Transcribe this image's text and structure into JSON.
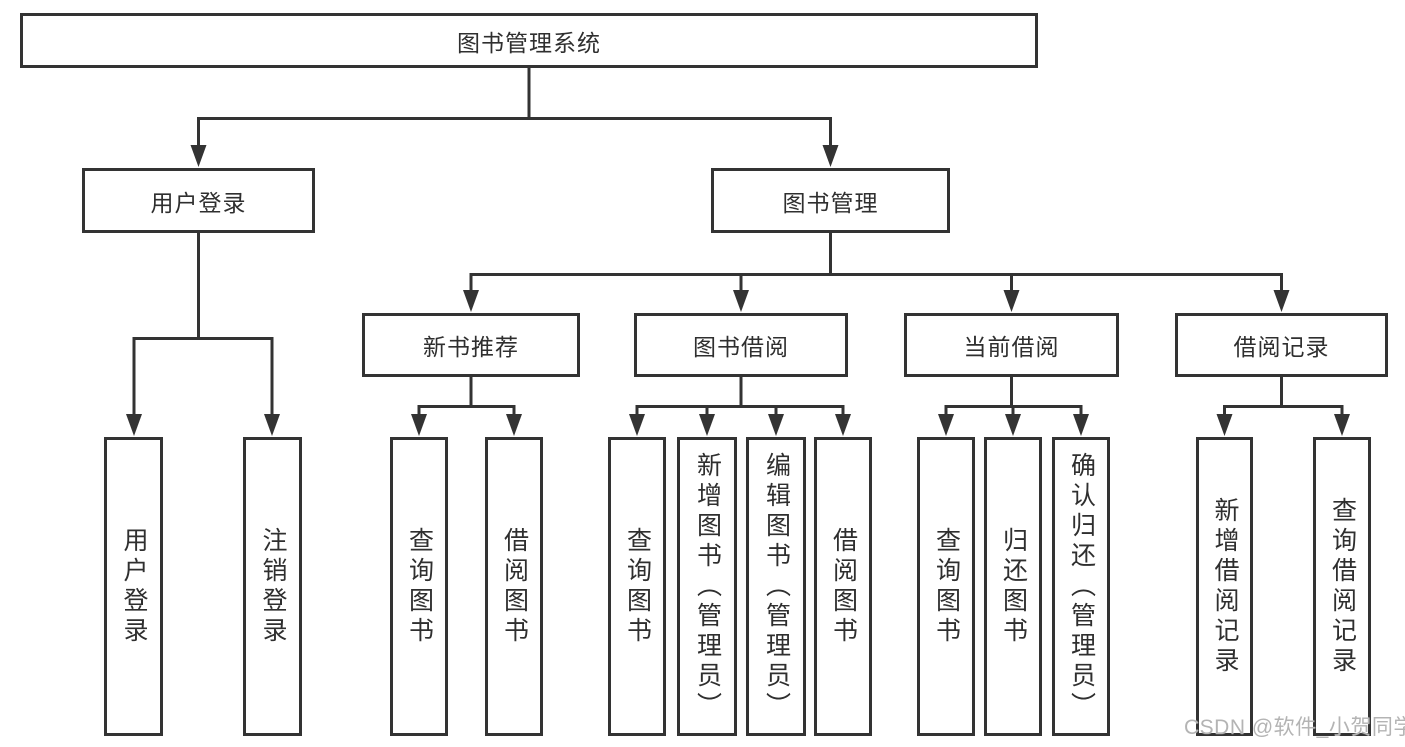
{
  "diagram": {
    "root": {
      "label": "图书管理系统"
    },
    "branches": {
      "user_login": {
        "label": "用户登录",
        "children": {
          "login": {
            "label": "用户登录"
          },
          "logout": {
            "label": "注销登录"
          }
        }
      },
      "book_management": {
        "label": "图书管理",
        "children": {
          "new_book_recommend": {
            "label": "新书推荐",
            "children": {
              "query_books": {
                "label": "查询图书"
              },
              "borrow_books": {
                "label": "借阅图书"
              }
            }
          },
          "book_borrow": {
            "label": "图书借阅",
            "children": {
              "query_books": {
                "label": "查询图书"
              },
              "add_books": {
                "label": "新增图书（管理员）"
              },
              "edit_books": {
                "label": "编辑图书（管理员）"
              },
              "borrow_books": {
                "label": "借阅图书"
              }
            }
          },
          "current_borrow": {
            "label": "当前借阅",
            "children": {
              "query_books": {
                "label": "查询图书"
              },
              "return_books": {
                "label": "归还图书"
              },
              "confirm_return": {
                "label": "确认归还（管理员）"
              }
            }
          },
          "borrow_records": {
            "label": "借阅记录",
            "children": {
              "add_record": {
                "label": "新增借阅记录"
              },
              "query_record": {
                "label": "查询借阅记录"
              }
            }
          }
        }
      }
    },
    "watermark": "CSDN @软件_小贺同学",
    "colors": {
      "line": "#333333",
      "text": "#2f2f2f",
      "watermark": "#b4b4b4",
      "background": "#ffffff"
    }
  }
}
